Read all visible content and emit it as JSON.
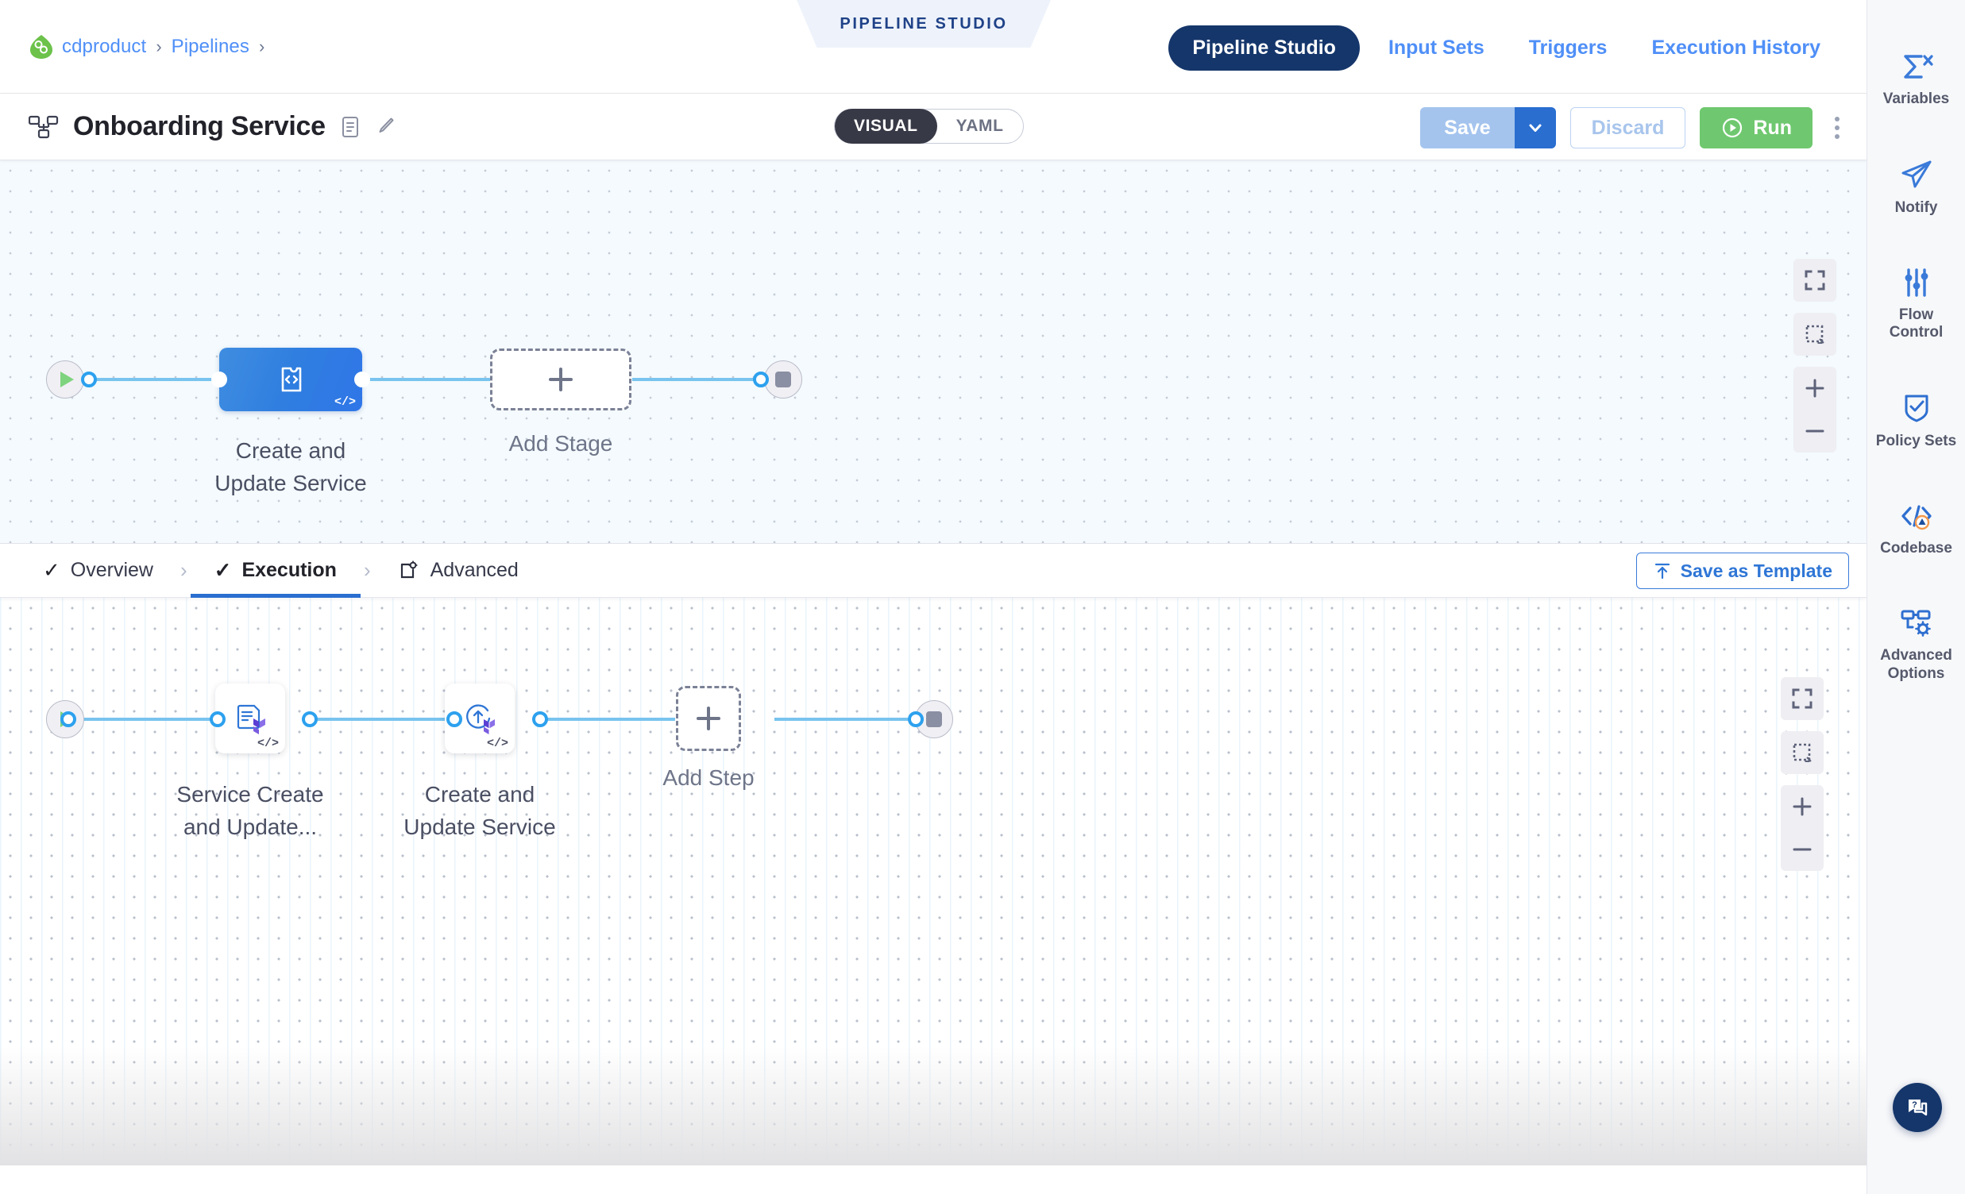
{
  "breadcrumb": {
    "org_icon": "harness-leaf-icon",
    "items": [
      "cdproduct",
      "Pipelines"
    ],
    "separator": "›"
  },
  "header": {
    "studio_banner": "PIPELINE STUDIO",
    "nav": [
      {
        "label": "Pipeline Studio",
        "active": true
      },
      {
        "label": "Input Sets",
        "active": false
      },
      {
        "label": "Triggers",
        "active": false
      },
      {
        "label": "Execution History",
        "active": false
      }
    ]
  },
  "titlebar": {
    "pipeline_icon": "pipeline-flow-icon",
    "title": "Onboarding Service",
    "description_icon": "description-icon",
    "edit_icon": "pencil-icon",
    "mode_toggle": {
      "options": [
        "VISUAL",
        "YAML"
      ],
      "selected": "VISUAL"
    },
    "save_label": "Save",
    "save_caret_icon": "chevron-down-icon",
    "discard_label": "Discard",
    "run_label": "Run",
    "run_icon": "play-circle-icon",
    "more_icon": "kebab-menu-icon"
  },
  "stage_canvas": {
    "start_node": {
      "icon": "play-icon"
    },
    "stage": {
      "icon": "custom-stage-icon",
      "badge": "</>",
      "label_line1": "Create and",
      "label_line2": "Update Service"
    },
    "add_stage": {
      "icon": "plus-icon",
      "label": "Add Stage"
    },
    "end_node": {
      "icon": "stop-icon"
    },
    "controls": [
      {
        "name": "fit-to-screen",
        "icon": "fullscreen-icon"
      },
      {
        "name": "selection-box",
        "icon": "dashed-square-icon"
      },
      {
        "name": "zoom-in",
        "icon": "plus-icon"
      },
      {
        "name": "zoom-out",
        "icon": "minus-icon"
      }
    ]
  },
  "tabstrip": {
    "tabs": [
      {
        "label": "Overview",
        "icon": "check-icon",
        "active": false
      },
      {
        "label": "Execution",
        "icon": "check-icon",
        "active": true
      },
      {
        "label": "Advanced",
        "icon": "advanced-gear-icon",
        "active": false
      }
    ],
    "separator": "›",
    "save_as_template": {
      "label": "Save as Template",
      "icon": "upload-template-icon"
    }
  },
  "step_canvas": {
    "start_node": {
      "icon": "play-icon"
    },
    "steps": [
      {
        "icon": "terraform-plan-icon",
        "badge": "</>",
        "label_line1": "Service Create",
        "label_line2": "and Update..."
      },
      {
        "icon": "terraform-apply-icon",
        "badge": "</>",
        "label_line1": "Create and",
        "label_line2": "Update Service"
      }
    ],
    "add_step": {
      "icon": "plus-icon",
      "label": "Add Step"
    },
    "end_node": {
      "icon": "stop-icon"
    },
    "controls": [
      {
        "name": "fit-to-screen",
        "icon": "fullscreen-icon"
      },
      {
        "name": "selection-box",
        "icon": "dashed-square-icon"
      },
      {
        "name": "zoom-in",
        "icon": "plus-icon"
      },
      {
        "name": "zoom-out",
        "icon": "minus-icon"
      }
    ]
  },
  "rightbar": {
    "items": [
      {
        "label": "Variables",
        "icon": "sigma-x-icon"
      },
      {
        "label": "Notify",
        "icon": "paper-plane-icon"
      },
      {
        "label": "Flow Control",
        "icon": "sliders-icon"
      },
      {
        "label": "Policy Sets",
        "icon": "shield-check-icon"
      },
      {
        "label": "Codebase",
        "icon": "code-warning-icon"
      },
      {
        "label": "Advanced Options",
        "icon": "flow-gear-icon"
      }
    ],
    "help": {
      "icon": "help-chat-icon"
    }
  },
  "colors": {
    "accent_blue": "#2a6ed0",
    "link_blue": "#4f8ff7",
    "navy": "#15366b",
    "green": "#6fc86f",
    "edge_blue": "#79c3ef",
    "canvas_top_bg": "#f4fafd",
    "save_disabled": "#a4c4ee"
  }
}
